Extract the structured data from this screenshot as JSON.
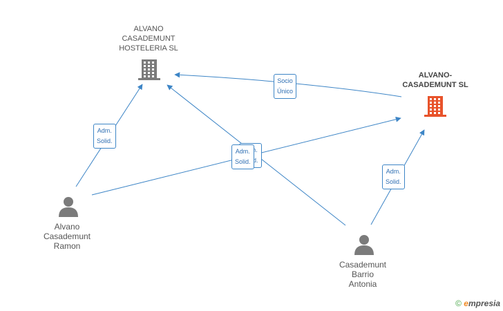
{
  "nodes": {
    "hosteleria": {
      "label_lines": [
        "ALVANO",
        "CASADEMUNT",
        "HOSTELERIA SL"
      ],
      "icon": "building-icon",
      "color": "#7b7b7b"
    },
    "casademunt_sl": {
      "label_lines": [
        "ALVANO-",
        "CASADEMUNT SL"
      ],
      "icon": "building-icon",
      "color": "#e8532b"
    },
    "ramon": {
      "label_lines": [
        "Alvano",
        "Casademunt",
        "Ramon"
      ],
      "icon": "person-icon",
      "color": "#7b7b7b"
    },
    "antonia": {
      "label_lines": [
        "Casademunt",
        "Barrio",
        "Antonia"
      ],
      "icon": "person-icon",
      "color": "#7b7b7b"
    }
  },
  "edges": [
    {
      "id": "e1",
      "from": "casademunt_sl",
      "to": "hosteleria",
      "label_lines": [
        "Socio",
        "Único"
      ]
    },
    {
      "id": "e2",
      "from": "ramon",
      "to": "hosteleria",
      "label_lines": [
        "Adm.",
        "Solid."
      ]
    },
    {
      "id": "e3",
      "from": "ramon",
      "to": "casademunt_sl",
      "label_lines": [
        "Adm.",
        "Solid."
      ]
    },
    {
      "id": "e4",
      "from": "antonia",
      "to": "hosteleria",
      "label_lines": [
        "Adm.",
        "Solid."
      ]
    },
    {
      "id": "e5",
      "from": "antonia",
      "to": "casademunt_sl",
      "label_lines": [
        "Adm.",
        "Solid."
      ]
    }
  ],
  "colors": {
    "edge": "#3d85c6",
    "accent_brand": "#f08a24",
    "copyright": "#4aa84a"
  },
  "footer": {
    "copyright_symbol": "©",
    "brand_initial": "e",
    "brand_rest": "mpresia"
  }
}
